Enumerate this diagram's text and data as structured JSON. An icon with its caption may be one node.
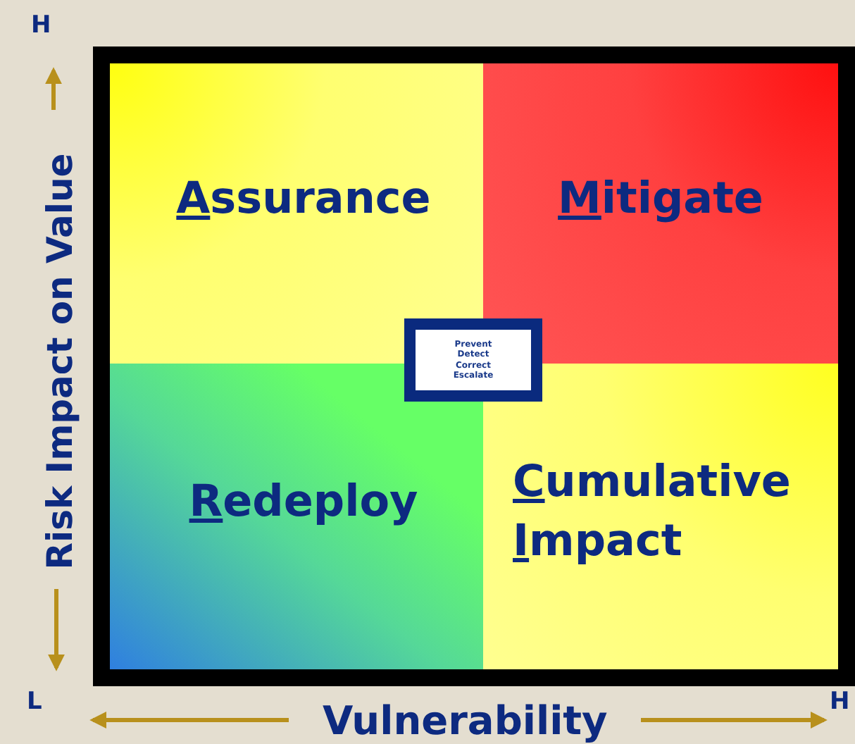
{
  "diagram": {
    "nodes": [
      {
        "text": [
          "Assurance"
        ]
      },
      {
        "text": [
          "Mitigate"
        ]
      },
      {
        "text": [
          "Redeploy"
        ]
      },
      {
        "text": [
          "Cumulative Impact"
        ]
      },
      {
        "text": [
          "Prevent Detect Correct Escalate"
        ]
      }
    ],
    "labels": [
      "H",
      "Risk Impact on Value",
      "L",
      "Vulnerability",
      "H"
    ]
  }
}
